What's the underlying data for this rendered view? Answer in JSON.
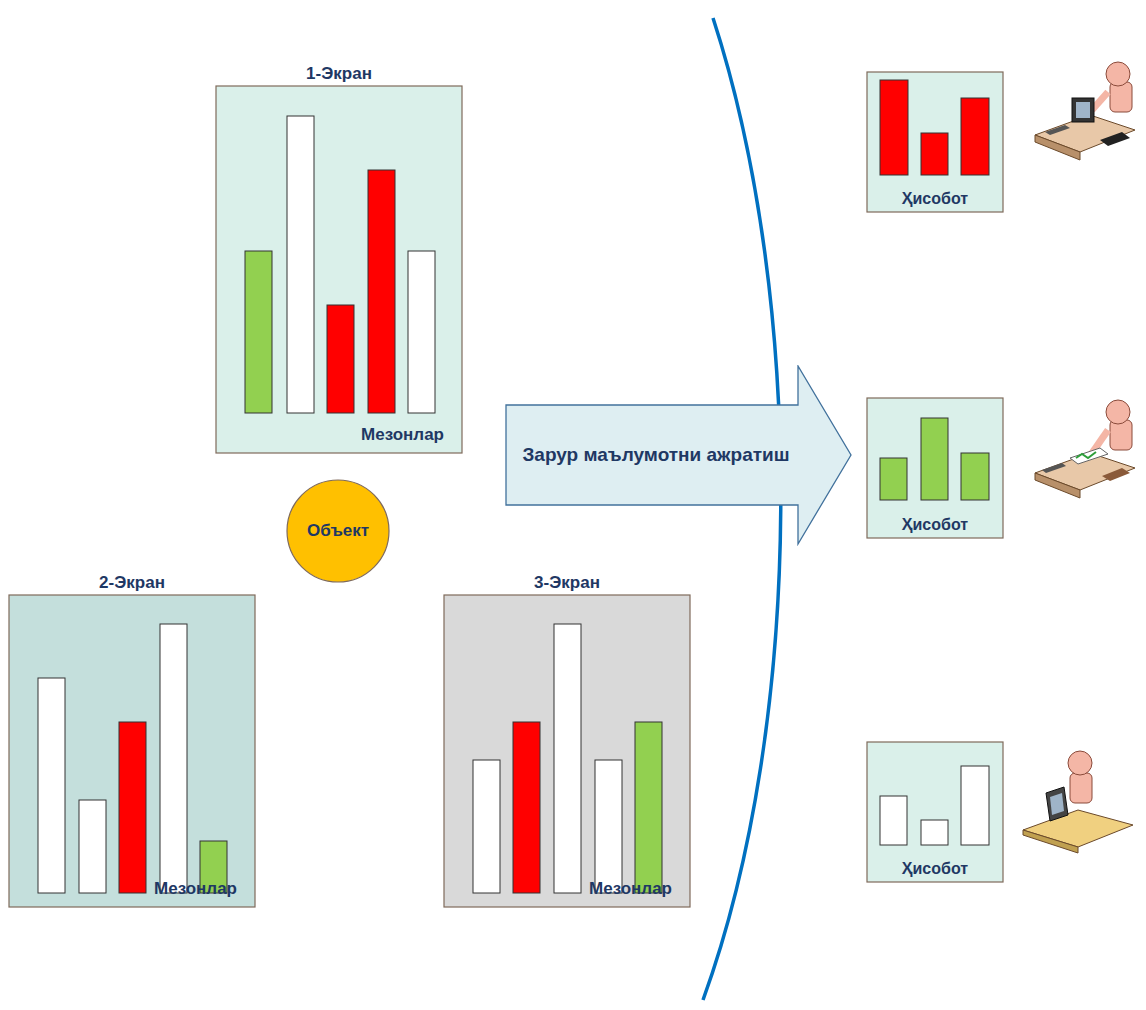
{
  "diagram": {
    "nodes": [
      {
        "text": [
          "1-Экран",
          "Мезонлар"
        ]
      },
      {
        "text": [
          "Объект"
        ]
      },
      {
        "text": [
          "2-Экран",
          "Мезонлар"
        ]
      },
      {
        "text": [
          "3-Экран",
          "Мезонлар"
        ]
      },
      {
        "text": [
          "Зарур маълумотни ажратиш"
        ]
      },
      {
        "text": [
          "Ҳисобот"
        ]
      },
      {
        "text": [
          "Ҳисобот"
        ]
      },
      {
        "text": [
          "Ҳисобот"
        ]
      }
    ]
  }
}
